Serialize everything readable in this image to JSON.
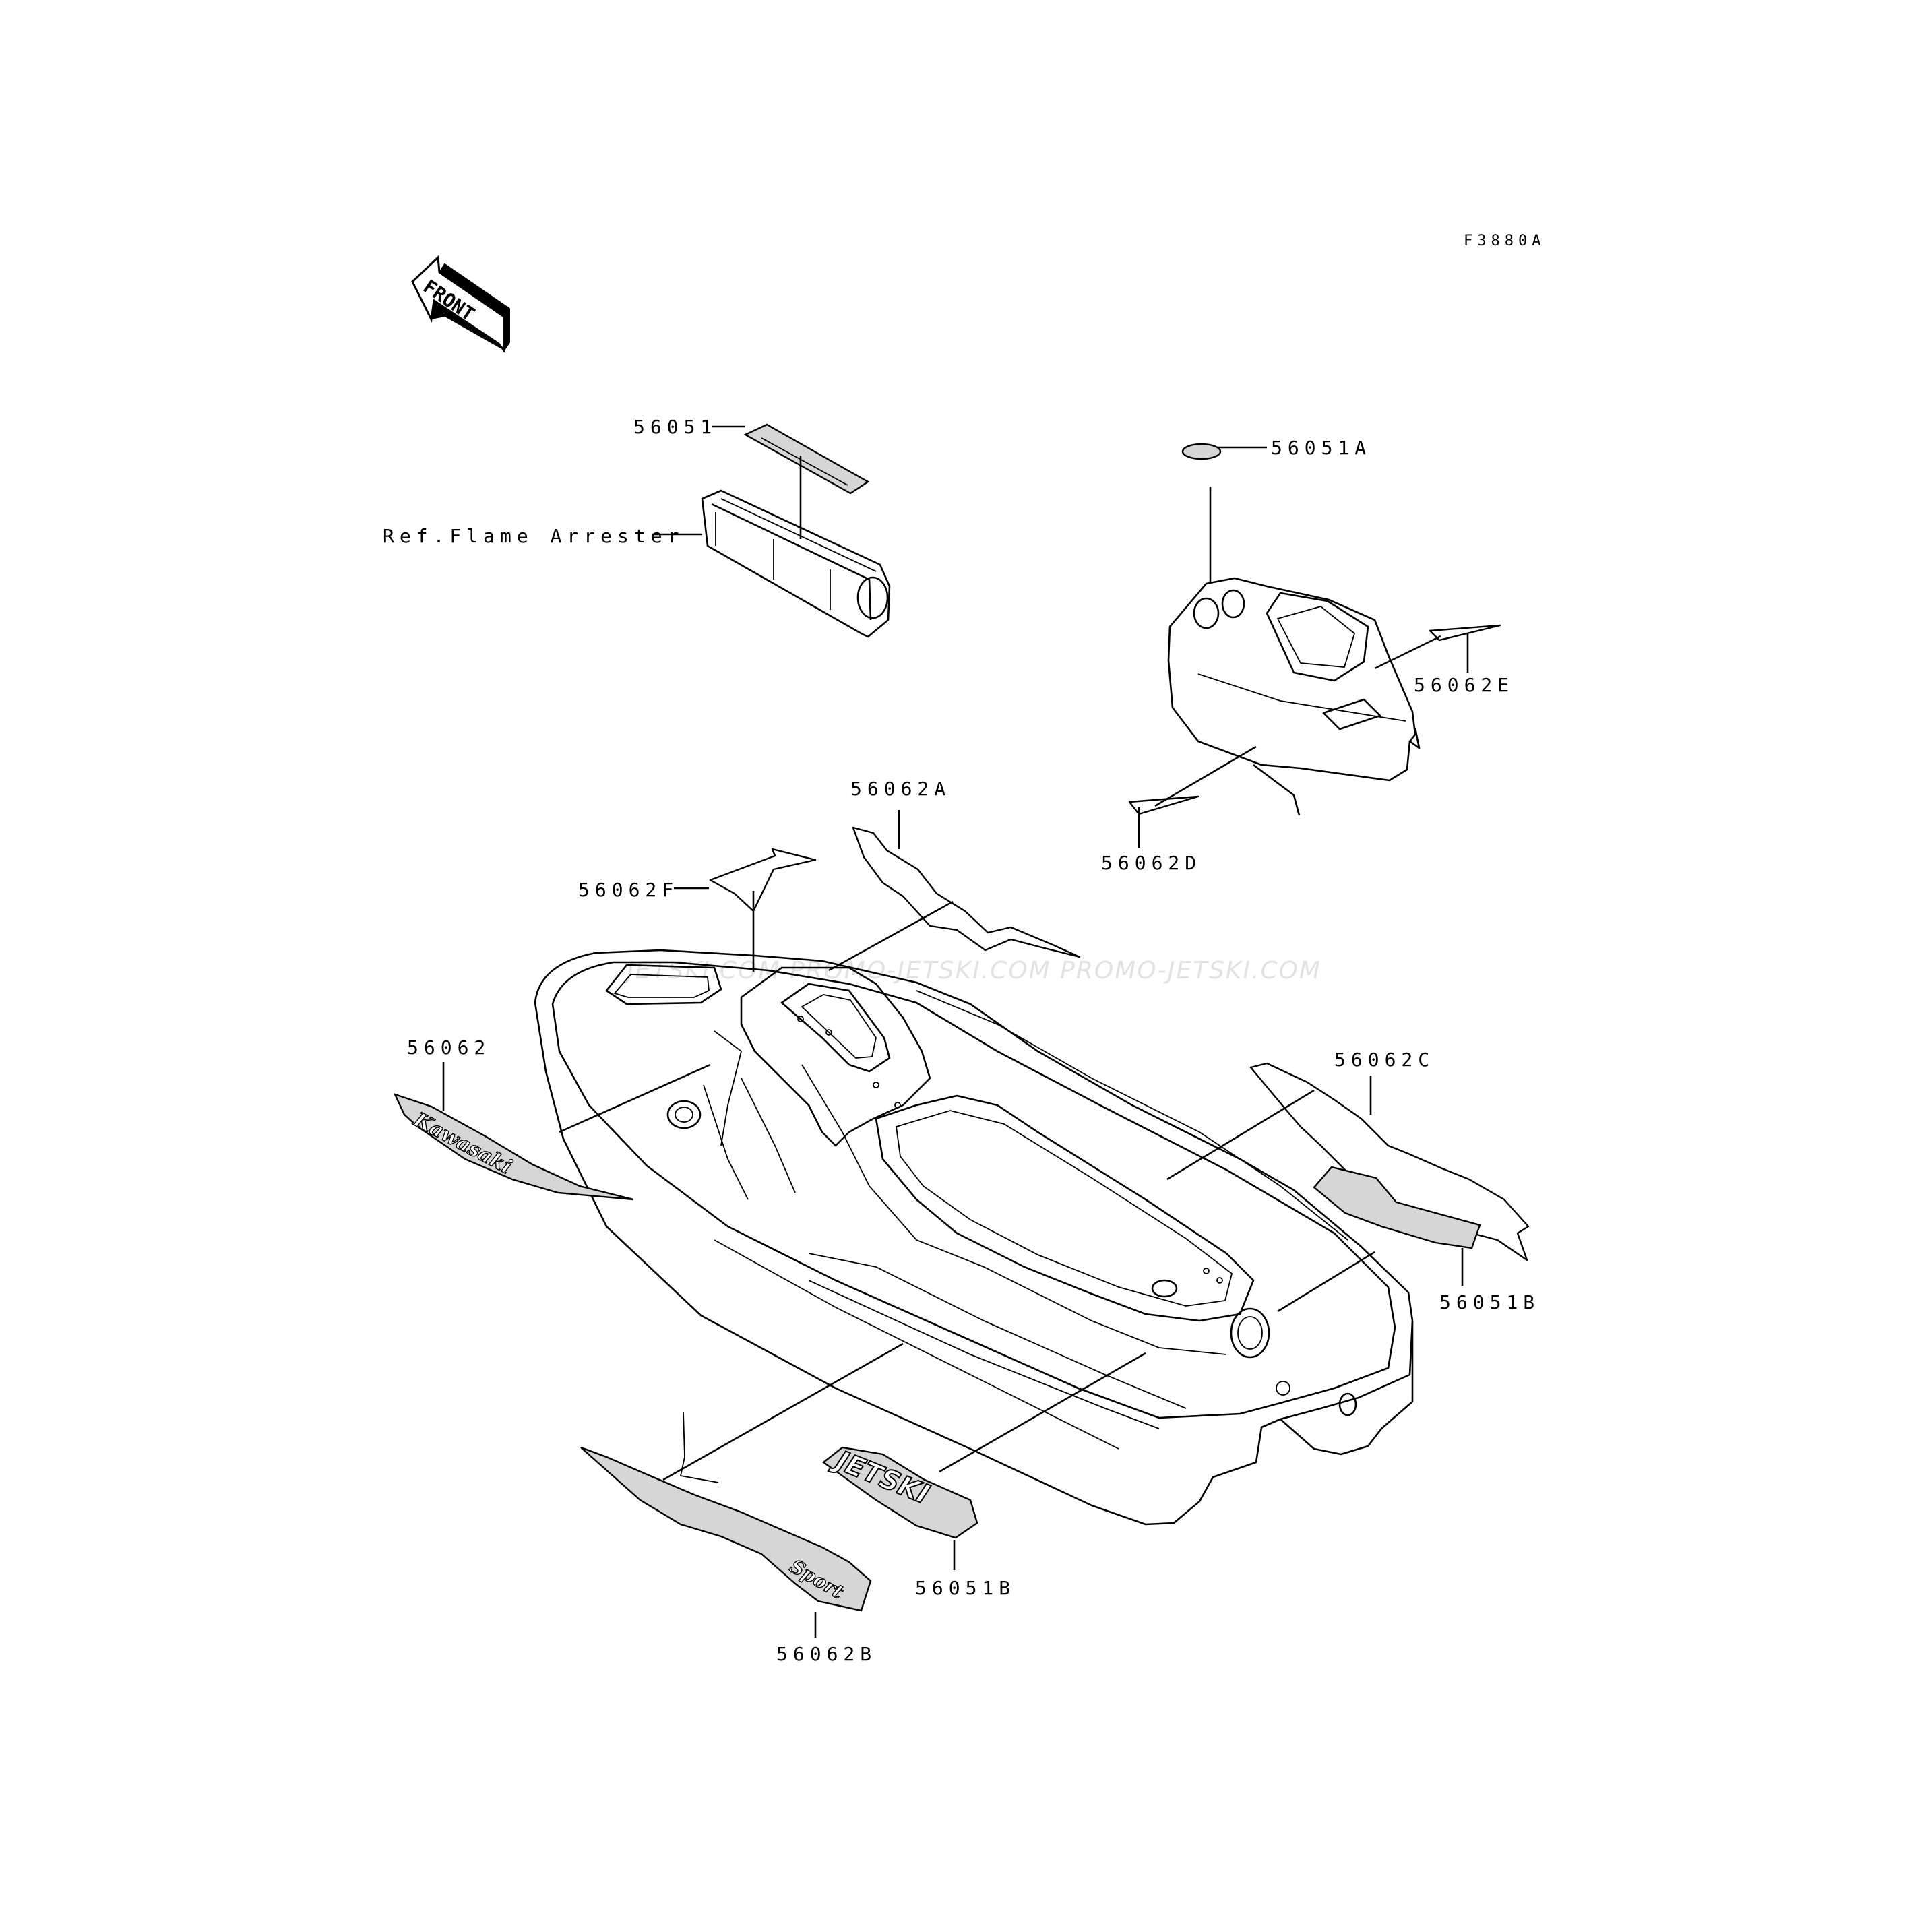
{
  "figure_code": "F3880A",
  "front_arrow_label": "FRONT",
  "watermark": "JETSKI.COM   PROMO-JETSKI.COM   PROMO-JETSKI.COM",
  "callouts": {
    "p56051": "56051",
    "ref_flame_arrester": "Ref.Flame Arrester",
    "p56051A": "56051A",
    "p56062E": "56062E",
    "p56062D": "56062D",
    "p56062A": "56062A",
    "p56062F": "56062F",
    "p56062": "56062",
    "p56062C": "56062C",
    "p56051B_right": "56051B",
    "p56051B_bottom": "56051B",
    "p56062B": "56062B"
  },
  "decal_texts": {
    "kawasaki": "Kawasaki",
    "jetski": "JETSKI",
    "sport": "Sport"
  }
}
